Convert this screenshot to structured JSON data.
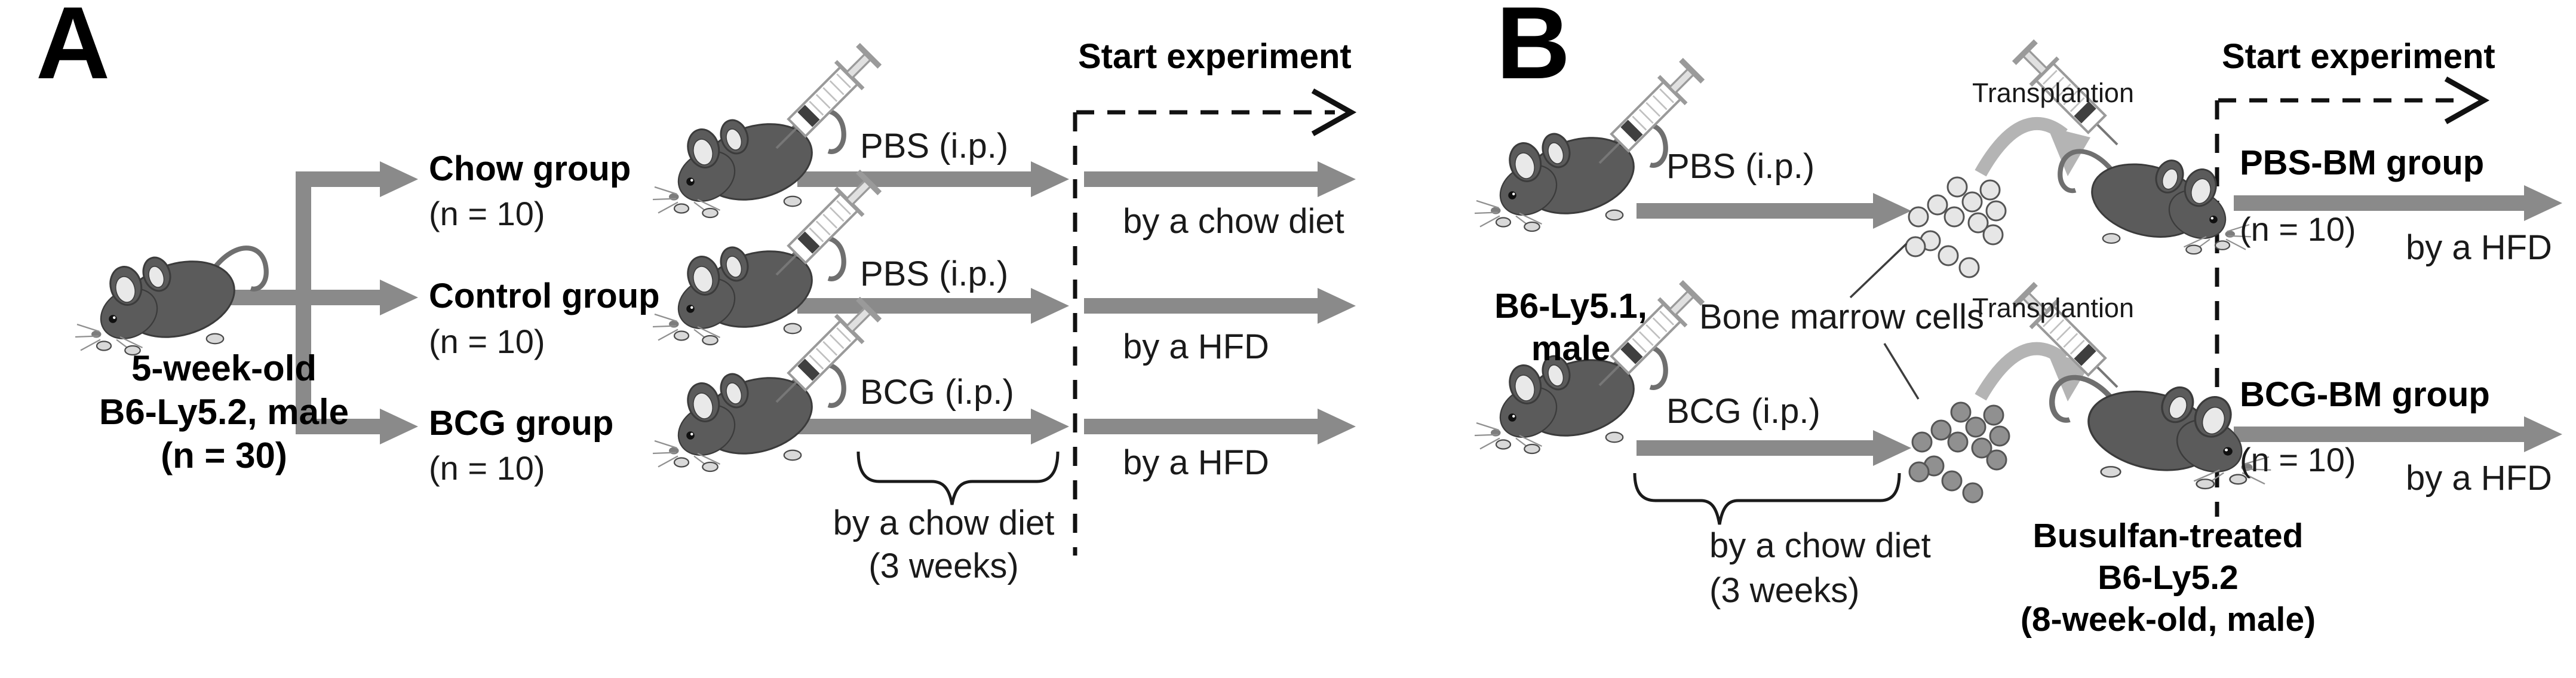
{
  "colors": {
    "arrow_gray": "#8a8a8a",
    "transplant_arrow_gray": "#b4b4b4",
    "text": "#1a1a1a",
    "mouse_body": "#5b5b5b",
    "pbs_cells_fill": "#e6e6e6",
    "bcg_cells_fill": "#909090",
    "dashed_line": "#111111"
  },
  "icons": {
    "mouse": "mouse-icon",
    "syringe": "syringe-icon",
    "bone_marrow_cells": "cells-cluster-icon",
    "transplant_arc": "transplant-arrow-icon"
  },
  "panel_a": {
    "label": "A",
    "start_label": "Start experiment",
    "source": {
      "line1": "5-week-old",
      "line2": "B6-Ly5.2, male",
      "line3": "(n = 30)"
    },
    "groups": [
      {
        "name": "Chow group",
        "n": "(n = 10)",
        "injection": "PBS (i.p.)",
        "post_diet": "by a chow diet"
      },
      {
        "name": "Control group",
        "n": "(n = 10)",
        "injection": "PBS (i.p.)",
        "post_diet": "by a HFD"
      },
      {
        "name": "BCG group",
        "n": "(n = 10)",
        "injection": "BCG (i.p.)",
        "post_diet": "by a HFD"
      }
    ],
    "pre_diet": {
      "line1": "by a chow diet",
      "line2": "(3 weeks)"
    }
  },
  "panel_b": {
    "label": "B",
    "start_label": "Start experiment",
    "donor": {
      "line1": "B6-Ly5.1,",
      "line2": "male"
    },
    "bone_marrow_label": "Bone marrow cells",
    "rows": [
      {
        "injection": "PBS (i.p.)",
        "transplant_label": "Transplantion",
        "group_name": "PBS-BM group",
        "n": "(n = 10)",
        "post_diet": "by a HFD"
      },
      {
        "injection": "BCG (i.p.)",
        "transplant_label": "Transplantion",
        "group_name": "BCG-BM group",
        "n": "(n = 10)",
        "post_diet": "by a HFD"
      }
    ],
    "pre_diet": {
      "line1": "by a chow diet",
      "line2": "(3 weeks)"
    },
    "recipient": {
      "line1": "Busulfan-treated",
      "line2": "B6-Ly5.2",
      "line3": "(8-week-old, male)"
    }
  }
}
